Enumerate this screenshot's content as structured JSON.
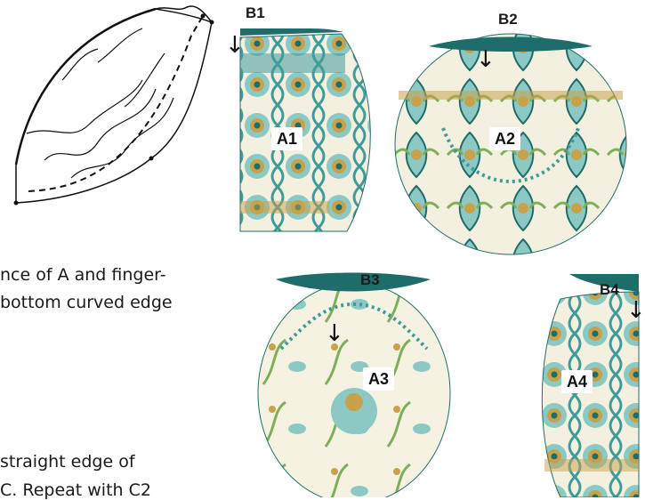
{
  "pieces": {
    "b1": "B1",
    "b2": "B2",
    "b3": "B3",
    "b4": "B4",
    "a1": "A1",
    "a2": "A2",
    "a3": "A3",
    "a4": "A4"
  },
  "instructions": {
    "line1": "nce of A and finger-",
    "line2": "bottom curved edge",
    "line3": "straight edge of",
    "line4": "C. Repeat with C2"
  },
  "colors": {
    "teal_dark": "#1f6d6a",
    "teal": "#3f9a9a",
    "teal_light": "#8cc8c4",
    "gold": "#c8a24a",
    "cream": "#f4f0df",
    "green": "#7fae5a"
  },
  "icons": {
    "arrow": "↓"
  }
}
